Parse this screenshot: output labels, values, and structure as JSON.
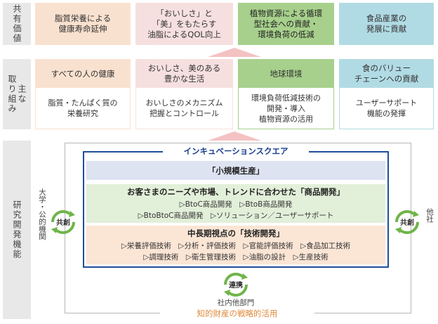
{
  "row_labels": {
    "shared_value": "共有価値",
    "efforts": "主な\n取り組み",
    "rd": "研究開発機能"
  },
  "values": [
    "脂質栄養による\n健康寿命延伸",
    "「おいしさ」と\n「美」をもたらす\n油脂によるQOL向上",
    "植物資源による循環\n型社会への貢献・\n環境負荷の低減",
    "食品産業の\n発展に貢献"
  ],
  "efforts": [
    {
      "title": "すべての人の健康",
      "detail": "脂質・たんぱく質の\n栄養研究"
    },
    {
      "title": "おいしさ、美のある\n豊かな生活",
      "detail": "おいしさのメカニズム\n把握とコントロール"
    },
    {
      "title": "地球環境",
      "detail": "環境負荷低減技術の\n開発・導入\n植物資源の活用"
    },
    {
      "title": "食のバリュー\nチェーンへの貢献",
      "detail": "ユーザーサポート\n機能の発揮"
    }
  ],
  "incubation": {
    "title": "インキュベーションスクエア",
    "small_scale": "「小規模生産」",
    "product_dev": {
      "heading": "お客さまのニーズや市場、トレンドに合わせた「商品開発」",
      "line1": "▷BtoC商品開発　▷BtoB商品開発",
      "line2": "▷BtoBtoC商品開発　▷ソリューション／ユーザーサポート"
    },
    "tech_dev": {
      "heading": "中長期視点の「技術開発」",
      "line1": "▷栄養評価技術　▷分析・評価技術　▷官能評価技術　▷食品加工技術",
      "line2": "▷調理技術　▷衛生管理技術　▷油脂の設計　▷生産技術"
    }
  },
  "left_partner": {
    "label": "大学・公的機関",
    "badge": "共創"
  },
  "right_partner": {
    "label": "他社",
    "badge": "共創"
  },
  "bottom_partner": {
    "label": "社内他部門",
    "badge": "連携"
  },
  "footer": "知的財産の戦略的活用",
  "colors": {
    "orange": "#f9e1cf",
    "pink": "#f6e0df",
    "green": "#a7d08c",
    "blue": "#b1dbe4",
    "band_blue": "#dde3f1",
    "band_green": "#e2efd9",
    "band_orange": "#fbe5d5",
    "frame_blue": "#1f4e9c",
    "arrow": "#f4c2c2",
    "cycle_green": "#6fb54a",
    "footer": "#e08a3c"
  }
}
